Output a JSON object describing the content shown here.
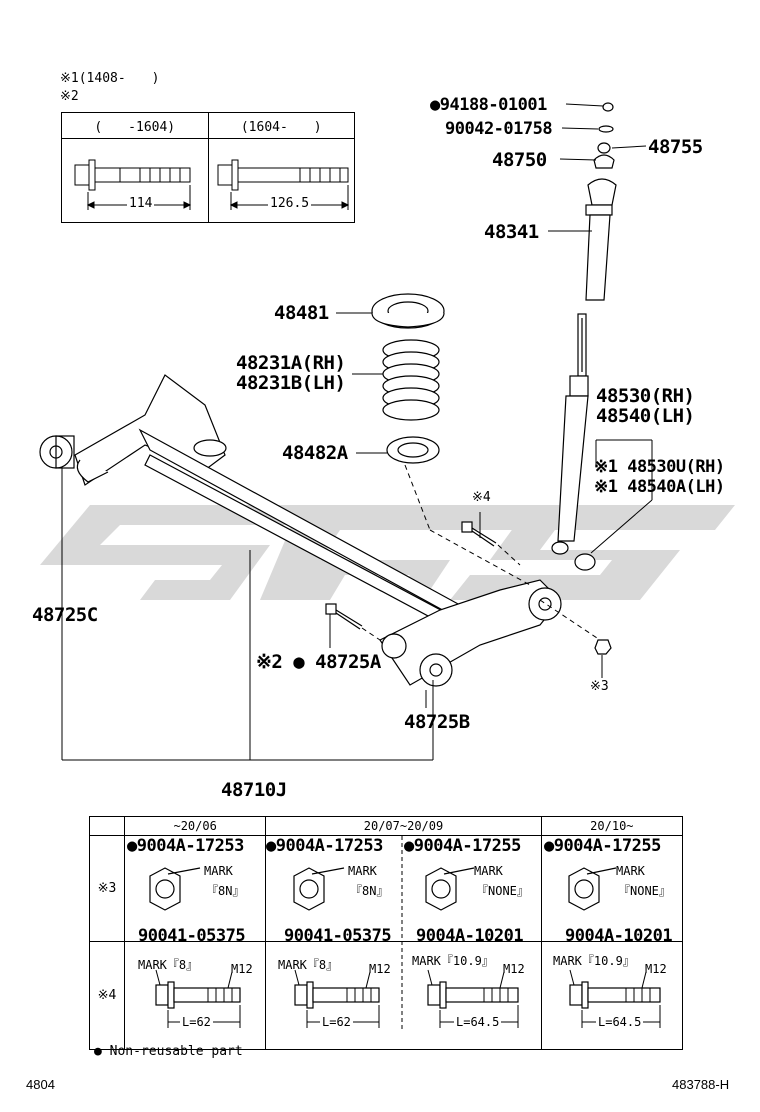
{
  "notes": {
    "n1": "※1(1408-　　)",
    "n2": "※2",
    "bolt_table": {
      "col1_header": "(　　-1604)",
      "col2_header": "(1604-　　)",
      "col1_dim": "114",
      "col2_dim": "126.5"
    }
  },
  "callouts": {
    "p94188": "●94188-01001",
    "p90042": "90042-01758",
    "p48755": "48755",
    "p48750": "48750",
    "p48341": "48341",
    "p48481": "48481",
    "p48231a": "48231A(RH)",
    "p48231b": "48231B(LH)",
    "p48482a": "48482A",
    "p48530": "48530(RH)",
    "p48540": "48540(LH)",
    "p48530u": "※1 48530U(RH)",
    "p48540a": "※1 48540A(LH)",
    "mark4": "※4",
    "p48725c": "48725C",
    "p48725a": "※2 ● 48725A",
    "mark3": "※3",
    "p48725b": "48725B",
    "p48710j": "48710J"
  },
  "watermark": "SGC",
  "spec_table": {
    "date_headers": [
      "~20/06",
      "20/07~20/09",
      "20/10~"
    ],
    "row3_label": "※3",
    "row4_label": "※4",
    "nut_parts": [
      "●9004A-17253",
      "●9004A-17253",
      "●9004A-17255",
      "●9004A-17255"
    ],
    "nut_marks": [
      "MARK",
      "MARK",
      "MARK",
      "MARK"
    ],
    "nut_mark_values": [
      "『8N』",
      "『8N』",
      "『NONE』",
      "『NONE』"
    ],
    "bolt_parts": [
      "90041-05375",
      "90041-05375",
      "9004A-10201",
      "9004A-10201"
    ],
    "bolt_marks": [
      "MARK『8』",
      "MARK『8』",
      "MARK『10.9』",
      "MARK『10.9』"
    ],
    "bolt_thread": [
      "M12",
      "M12",
      "M12",
      "M12"
    ],
    "bolt_lengths": [
      "L=62",
      "L=62",
      "L=64.5",
      "L=64.5"
    ]
  },
  "legend": "● Non-reusable part",
  "footer": {
    "left": "4804",
    "right": "483788-H"
  }
}
